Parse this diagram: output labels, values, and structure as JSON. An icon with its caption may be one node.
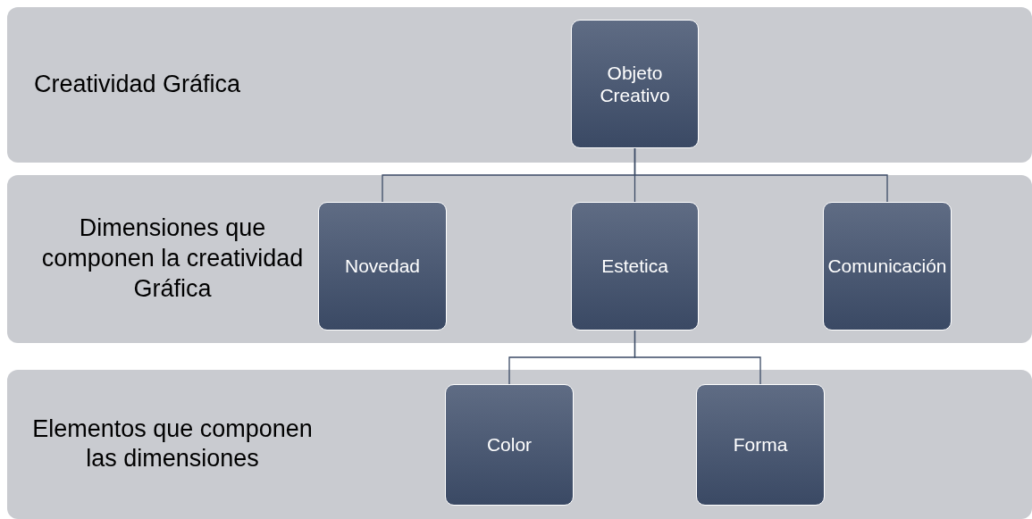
{
  "diagram": {
    "nodes": [
      {
        "text": [
          "Creatividad Gráfica"
        ]
      },
      {
        "text": [
          "Objeto Creativo"
        ],
        "in": 0
      },
      {
        "text": [
          "Dimensiones que componen la creatividad Gráfica"
        ]
      },
      {
        "text": [
          "Novedad"
        ],
        "in": 2
      },
      {
        "text": [
          "Estetica"
        ],
        "in": 2
      },
      {
        "text": [
          "Comunicación"
        ],
        "in": 2
      },
      {
        "text": [
          "Elementos que componen las dimensiones"
        ]
      },
      {
        "text": [
          "Color"
        ],
        "in": 6
      },
      {
        "text": [
          "Forma"
        ],
        "in": 6
      }
    ],
    "edges": [
      {
        "from": 1,
        "to": 3,
        "arrow": "none"
      },
      {
        "from": 1,
        "to": 4,
        "arrow": "none"
      },
      {
        "from": 1,
        "to": 5,
        "arrow": "none"
      },
      {
        "from": 4,
        "to": 7,
        "arrow": "none"
      },
      {
        "from": 4,
        "to": 8,
        "arrow": "none"
      }
    ]
  }
}
